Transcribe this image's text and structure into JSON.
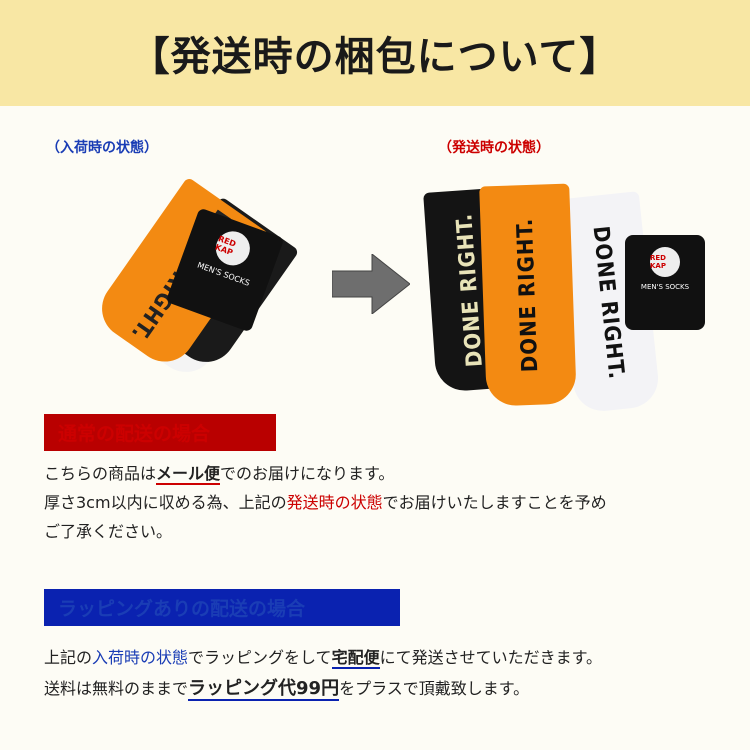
{
  "header": {
    "title": "【発送時の梱包について】"
  },
  "captions": {
    "left": "（入荷時の状態）",
    "right": "（発送時の状態）"
  },
  "product": {
    "sock_print": "DONE RIGHT.",
    "brand": "RED KAP",
    "label": "MEN'S SOCKS"
  },
  "colors": {
    "header_bg": "#f8e7a4",
    "red": "#b90000",
    "blue": "#0a22b0",
    "sock_orange": "#f38a12"
  },
  "normal": {
    "heading": "通常の配送の場合",
    "l1_a": "こちらの商品は",
    "l1_b": "メール便",
    "l1_c": "でのお届けになります。",
    "l2_a": "厚さ3cm以内に収める為、上記の",
    "l2_b": "発送時の状態",
    "l2_c": "でお届けいたしますことを予め",
    "l3": "ご了承ください。"
  },
  "wrapping": {
    "heading": "ラッピングありの配送の場合",
    "l1_a": "上記の",
    "l1_b": "入荷時の状態",
    "l1_c": "でラッピングをして",
    "l1_d": "宅配便",
    "l1_e": "にて発送させていただきます。",
    "l2_a": "送料は無料のままで",
    "l2_b": "ラッピング代99円",
    "l2_c": "をプラスで頂戴致します。"
  }
}
